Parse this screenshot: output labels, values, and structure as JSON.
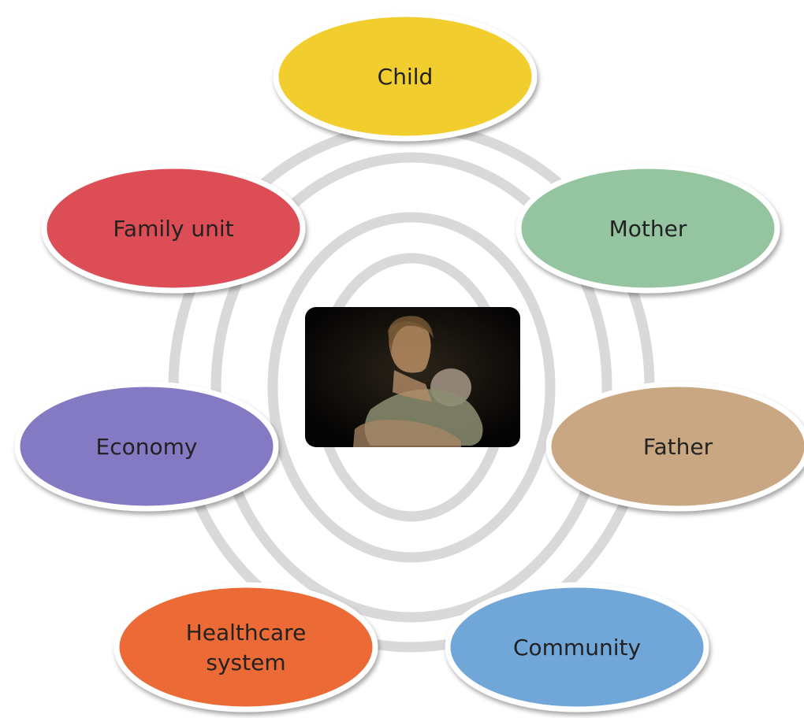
{
  "diagram": {
    "type": "concentric-ring-diagram",
    "center": {
      "content": "photo",
      "subject": "mother-holding-infant"
    },
    "ring_color": "#d9d9d9",
    "nodes": [
      {
        "id": "child",
        "label_lines": [
          "Child"
        ],
        "color": "#f2cd2e"
      },
      {
        "id": "mother",
        "label_lines": [
          "Mother"
        ],
        "color": "#94c5a0"
      },
      {
        "id": "father",
        "label_lines": [
          "Father"
        ],
        "color": "#c8a782"
      },
      {
        "id": "community",
        "label_lines": [
          "Community"
        ],
        "color": "#70a6d8"
      },
      {
        "id": "healthcare-system",
        "label_lines": [
          "Healthcare",
          "system"
        ],
        "color": "#eb6a35"
      },
      {
        "id": "economy",
        "label_lines": [
          "Economy"
        ],
        "color": "#837ac3"
      },
      {
        "id": "family-unit",
        "label_lines": [
          "Family unit"
        ],
        "color": "#dd4e54"
      }
    ]
  }
}
